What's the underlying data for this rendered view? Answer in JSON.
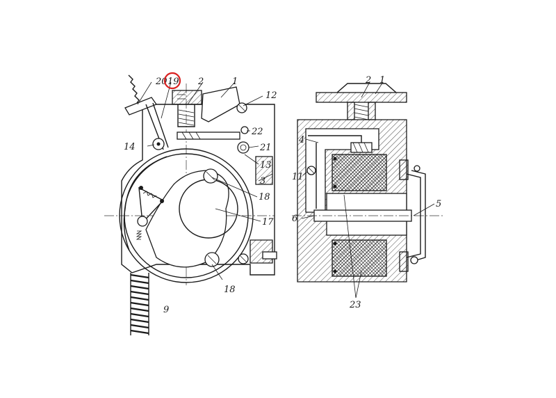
{
  "figure": {
    "left_view_labels": [
      "20",
      "19",
      "2",
      "1",
      "12",
      "22",
      "21",
      "14",
      "13",
      "3",
      "18",
      "17",
      "18",
      "9"
    ],
    "right_view_labels": [
      "2",
      "1",
      "4",
      "11",
      "5",
      "6",
      "23"
    ],
    "highlighted_label": "19",
    "highlight_color": "#d92020"
  }
}
